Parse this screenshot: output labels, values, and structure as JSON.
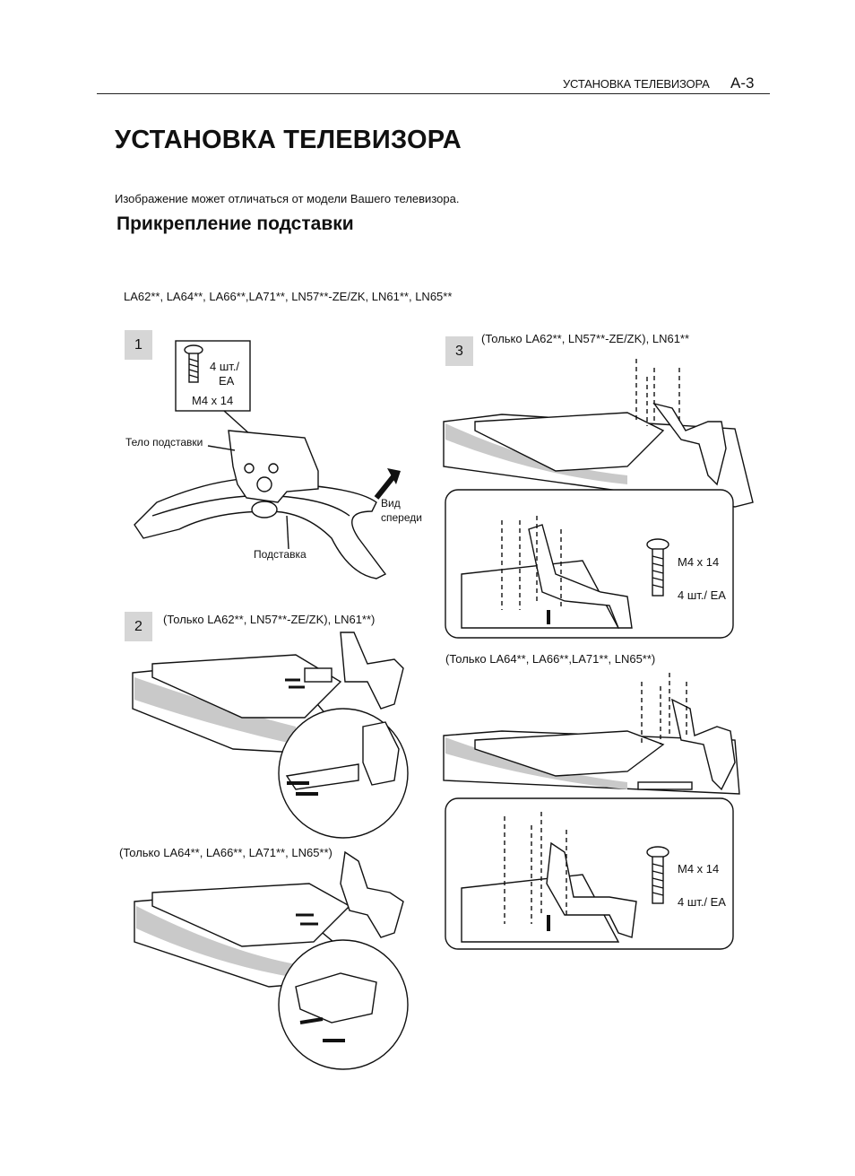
{
  "header": {
    "section": "УСТАНОВКА ТЕЛЕВИЗОРА",
    "page": "A-3"
  },
  "title": "УСТАНОВКА ТЕЛЕВИЗОРА",
  "note": "Изображение может отличаться от модели Вашего телевизора.",
  "subtitle": "Прикрепление подставки",
  "models": "LA62**, LA64**, LA66**,LA71**, LN57**-ZE/ZK, LN61**, LN65**",
  "step1": {
    "number": "1",
    "qty": "4 шт./",
    "qty_unit": "EA",
    "screw": "M4 x 14",
    "label_body": "Тело подставки",
    "label_stand": "Подставка",
    "label_front_1": "Вид",
    "label_front_2": "спереди"
  },
  "step2": {
    "number": "2",
    "caption_a": "(Только LA62**, LN57**-ZE/ZK), LN61**)",
    "caption_b": "(Только LA64**, LA66**, LA71**, LN65**)"
  },
  "step3": {
    "number": "3",
    "caption_a": "(Только LA62**, LN57**-ZE/ZK), LN61**",
    "caption_b": "(Только LA64**, LA66**,LA71**, LN65**)",
    "screw_a": "M4 x 14",
    "qty_a": "4 шт./ EA",
    "screw_b": "M4 x 14",
    "qty_b": "4 шт./ EA"
  }
}
